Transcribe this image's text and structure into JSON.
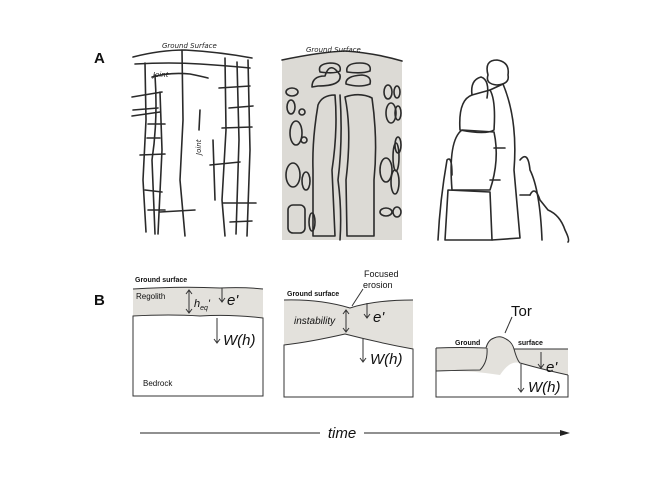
{
  "panel_labels": {
    "a": "A",
    "b": "B"
  },
  "row_a": {
    "stage1": {
      "ground_surface": "Ground Surface",
      "joint_horizontal": "Joint",
      "joint_vertical": "Joint"
    },
    "stage2": {
      "ground_surface": "Ground Surface"
    }
  },
  "row_b": {
    "stage1": {
      "ground_surface": "Ground surface",
      "regolith": "Regolith",
      "h_eq": "h",
      "h_eq_sub": "eq",
      "h_eq_prime": "'",
      "e_prime": "e'",
      "weathering": "W(h)",
      "bedrock": "Bedrock"
    },
    "stage2": {
      "ground_surface": "Ground surface",
      "focused_erosion_line1": "Focused",
      "focused_erosion_line2": "erosion",
      "instability": "instability",
      "e_prime": "e'",
      "weathering": "W(h)"
    },
    "stage3": {
      "tor": "Tor",
      "ground": "Ground",
      "surface": "surface",
      "e_prime": "e'",
      "weathering": "W(h)"
    }
  },
  "time_axis": {
    "label": "time"
  },
  "colors": {
    "regolith": "#e3e1dc",
    "ink": "#2a2a2a"
  }
}
